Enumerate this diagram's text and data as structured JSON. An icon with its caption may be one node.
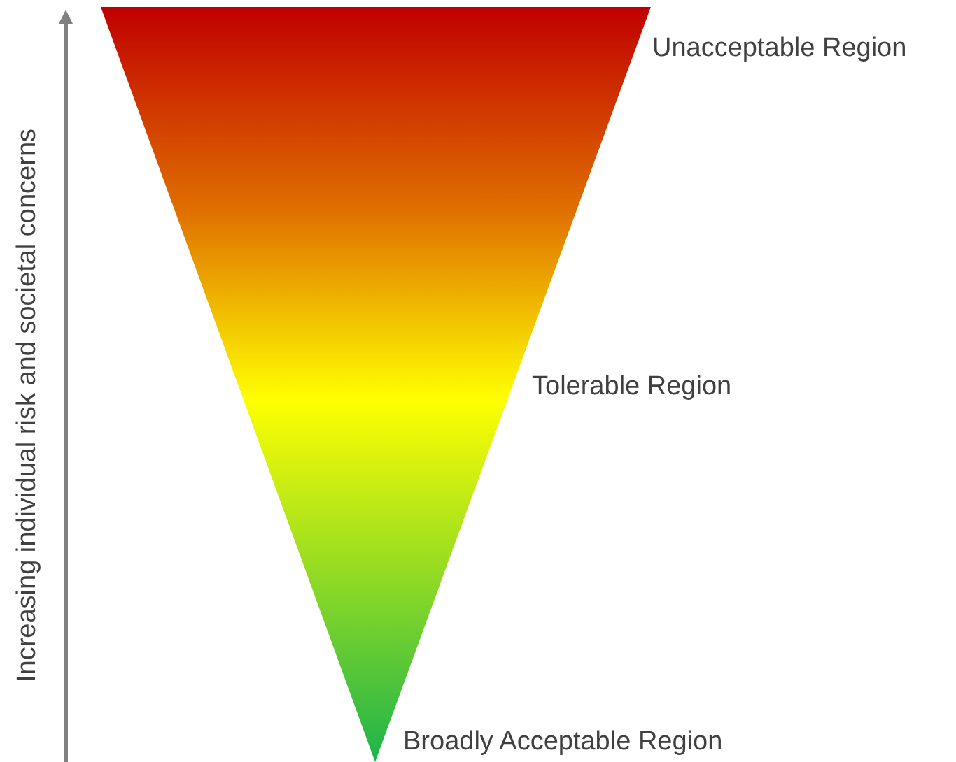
{
  "diagram": {
    "labels": [
      "Unacceptable Region",
      "Tolerable Region",
      "Broadly Acceptable Region",
      "Increasing individual risk and societal concerns"
    ]
  }
}
